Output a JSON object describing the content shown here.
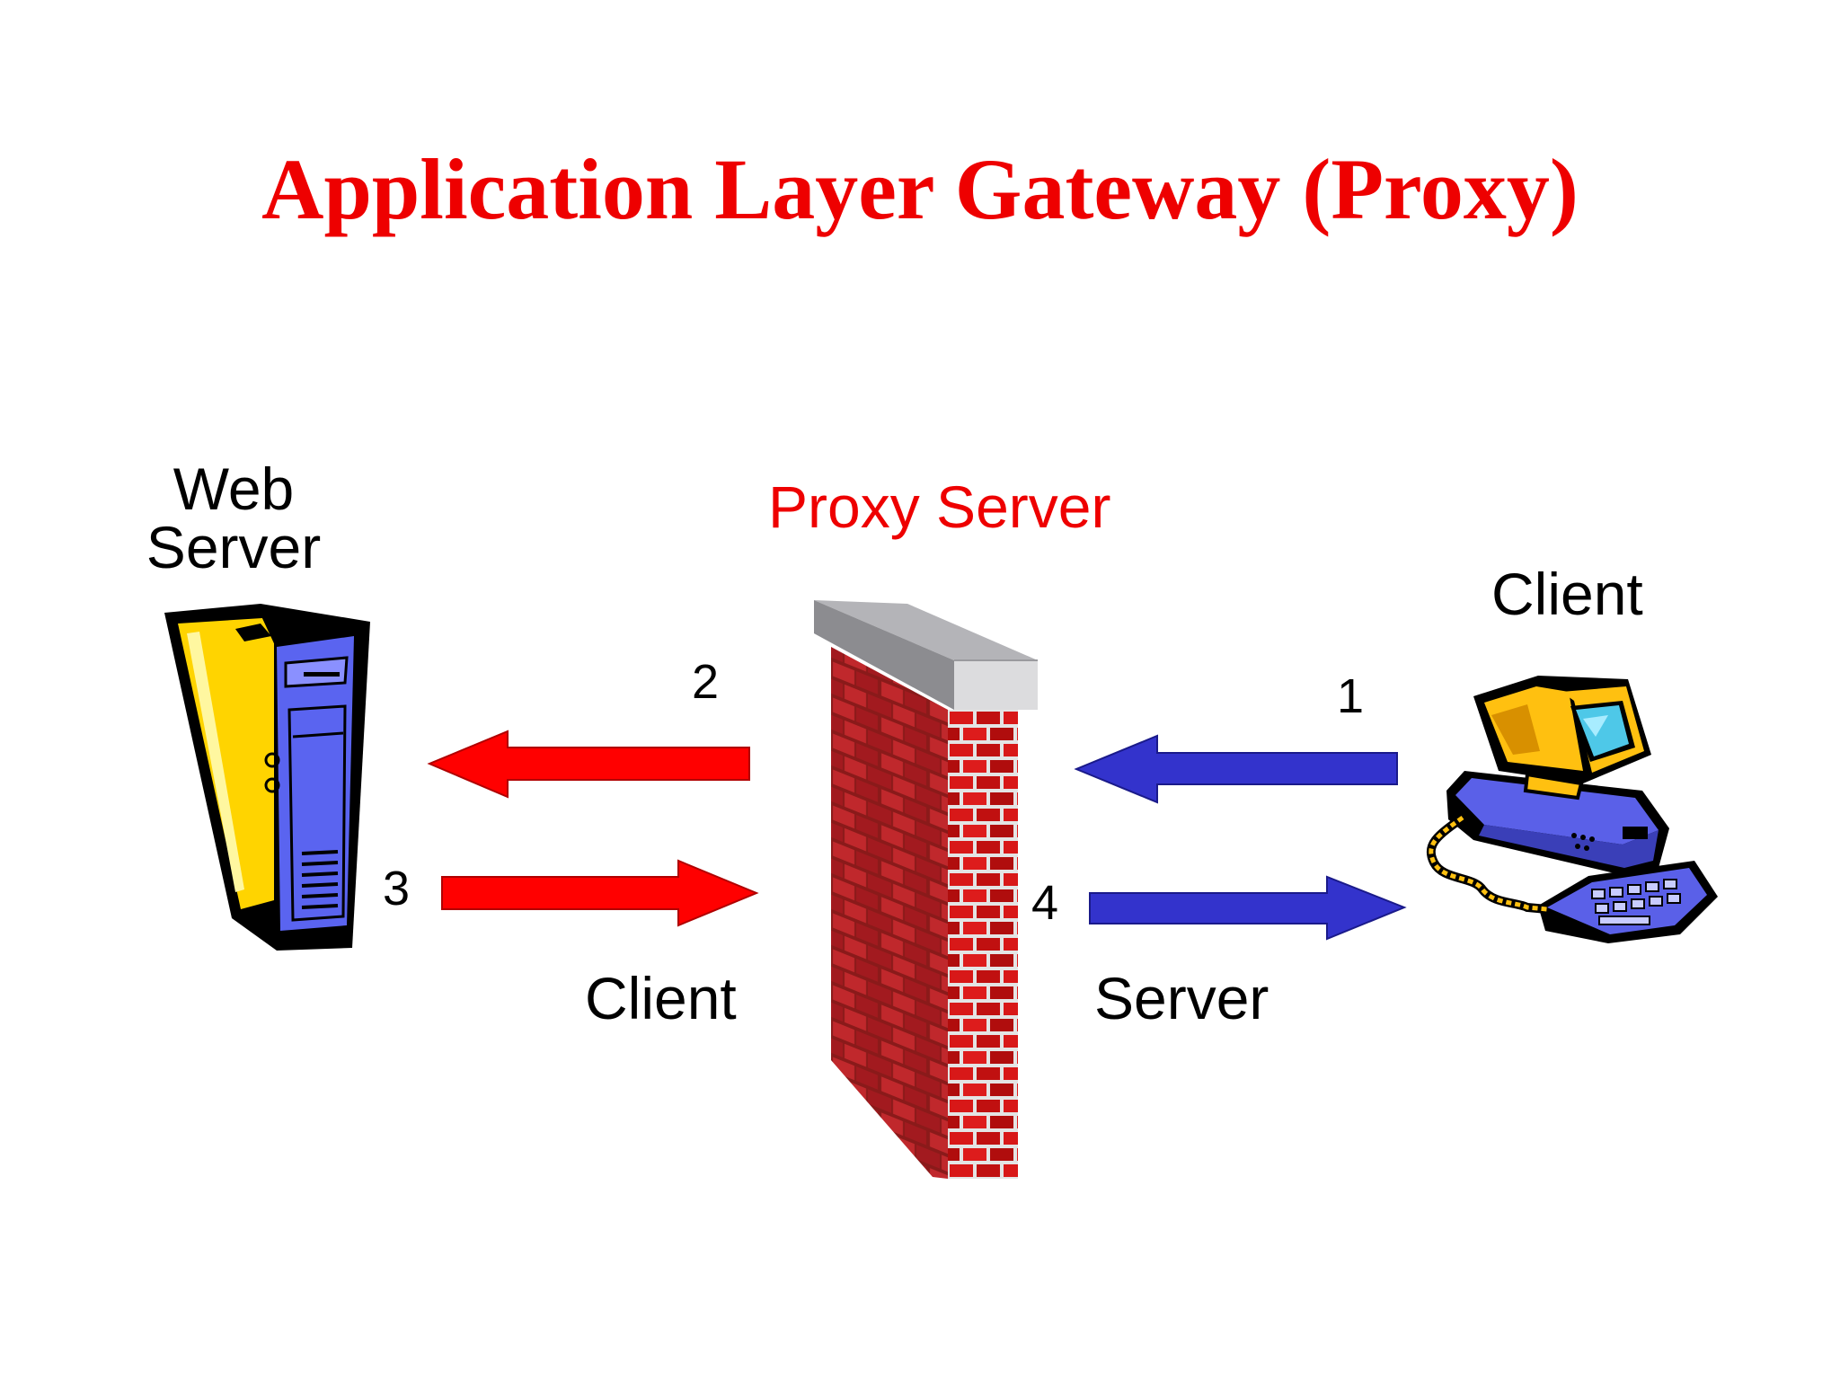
{
  "title": "Application Layer Gateway (Proxy)",
  "nodes": {
    "web_server": {
      "label": "Web\nServer",
      "icon": "server-tower-icon"
    },
    "proxy": {
      "label": "Proxy Server",
      "icon": "brick-firewall-icon"
    },
    "client": {
      "label": "Client",
      "icon": "desktop-computer-icon"
    }
  },
  "steps": {
    "step1": "1",
    "step2": "2",
    "step3": "3",
    "step4": "4"
  },
  "roles": {
    "left_role": "Client",
    "right_role": "Server"
  },
  "colors": {
    "title": "#ee0000",
    "proxy_label": "#ee0000",
    "red_arrow": "#ff0000",
    "blue_arrow": "#3333cc",
    "brick": "#cc1111",
    "server_yellow": "#ffd400",
    "server_blue": "#5a64f0"
  }
}
